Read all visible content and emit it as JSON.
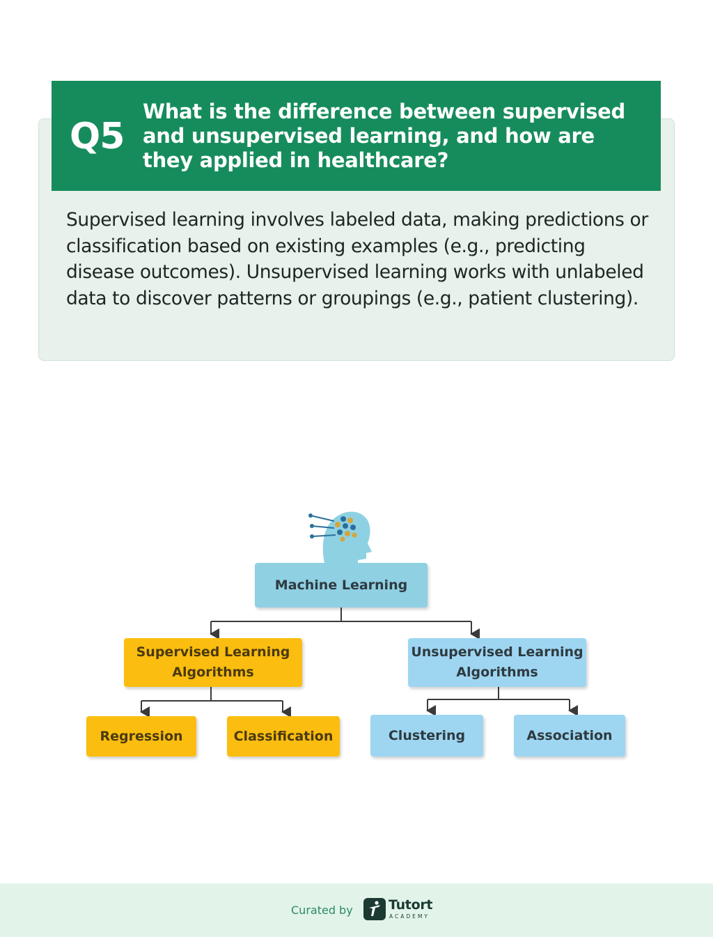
{
  "question": {
    "number": "Q5",
    "text": "What is the difference between supervised and unsupervised learning, and how are they applied in healthcare?"
  },
  "answer": {
    "text": "Supervised learning involves labeled data, making predictions or classification based on existing examples (e.g., predicting disease outcomes). Unsupervised learning works with unlabeled data to discover patterns or groupings (e.g., patient clustering)."
  },
  "diagram": {
    "icon": "brain-head-icon",
    "root": "Machine Learning",
    "left_branch": {
      "label_line1": "Supervised Learning",
      "label_line2": "Algorithms",
      "children": [
        "Regression",
        "Classification"
      ]
    },
    "right_branch": {
      "label_line1": "Unsupervised Learning",
      "label_line2": "Algorithms",
      "children": [
        "Clustering",
        "Association"
      ]
    },
    "colors": {
      "root": "#8fd0e3",
      "supervised": "#fbbd0f",
      "unsupervised": "#9ed6f2"
    }
  },
  "footer": {
    "curated_label": "Curated by",
    "brand_name": "Tutort",
    "brand_sub": "ACADEMY"
  },
  "colors": {
    "banner": "#168c5c",
    "card": "#e8f1ec",
    "footer": "#e2f4e9"
  }
}
